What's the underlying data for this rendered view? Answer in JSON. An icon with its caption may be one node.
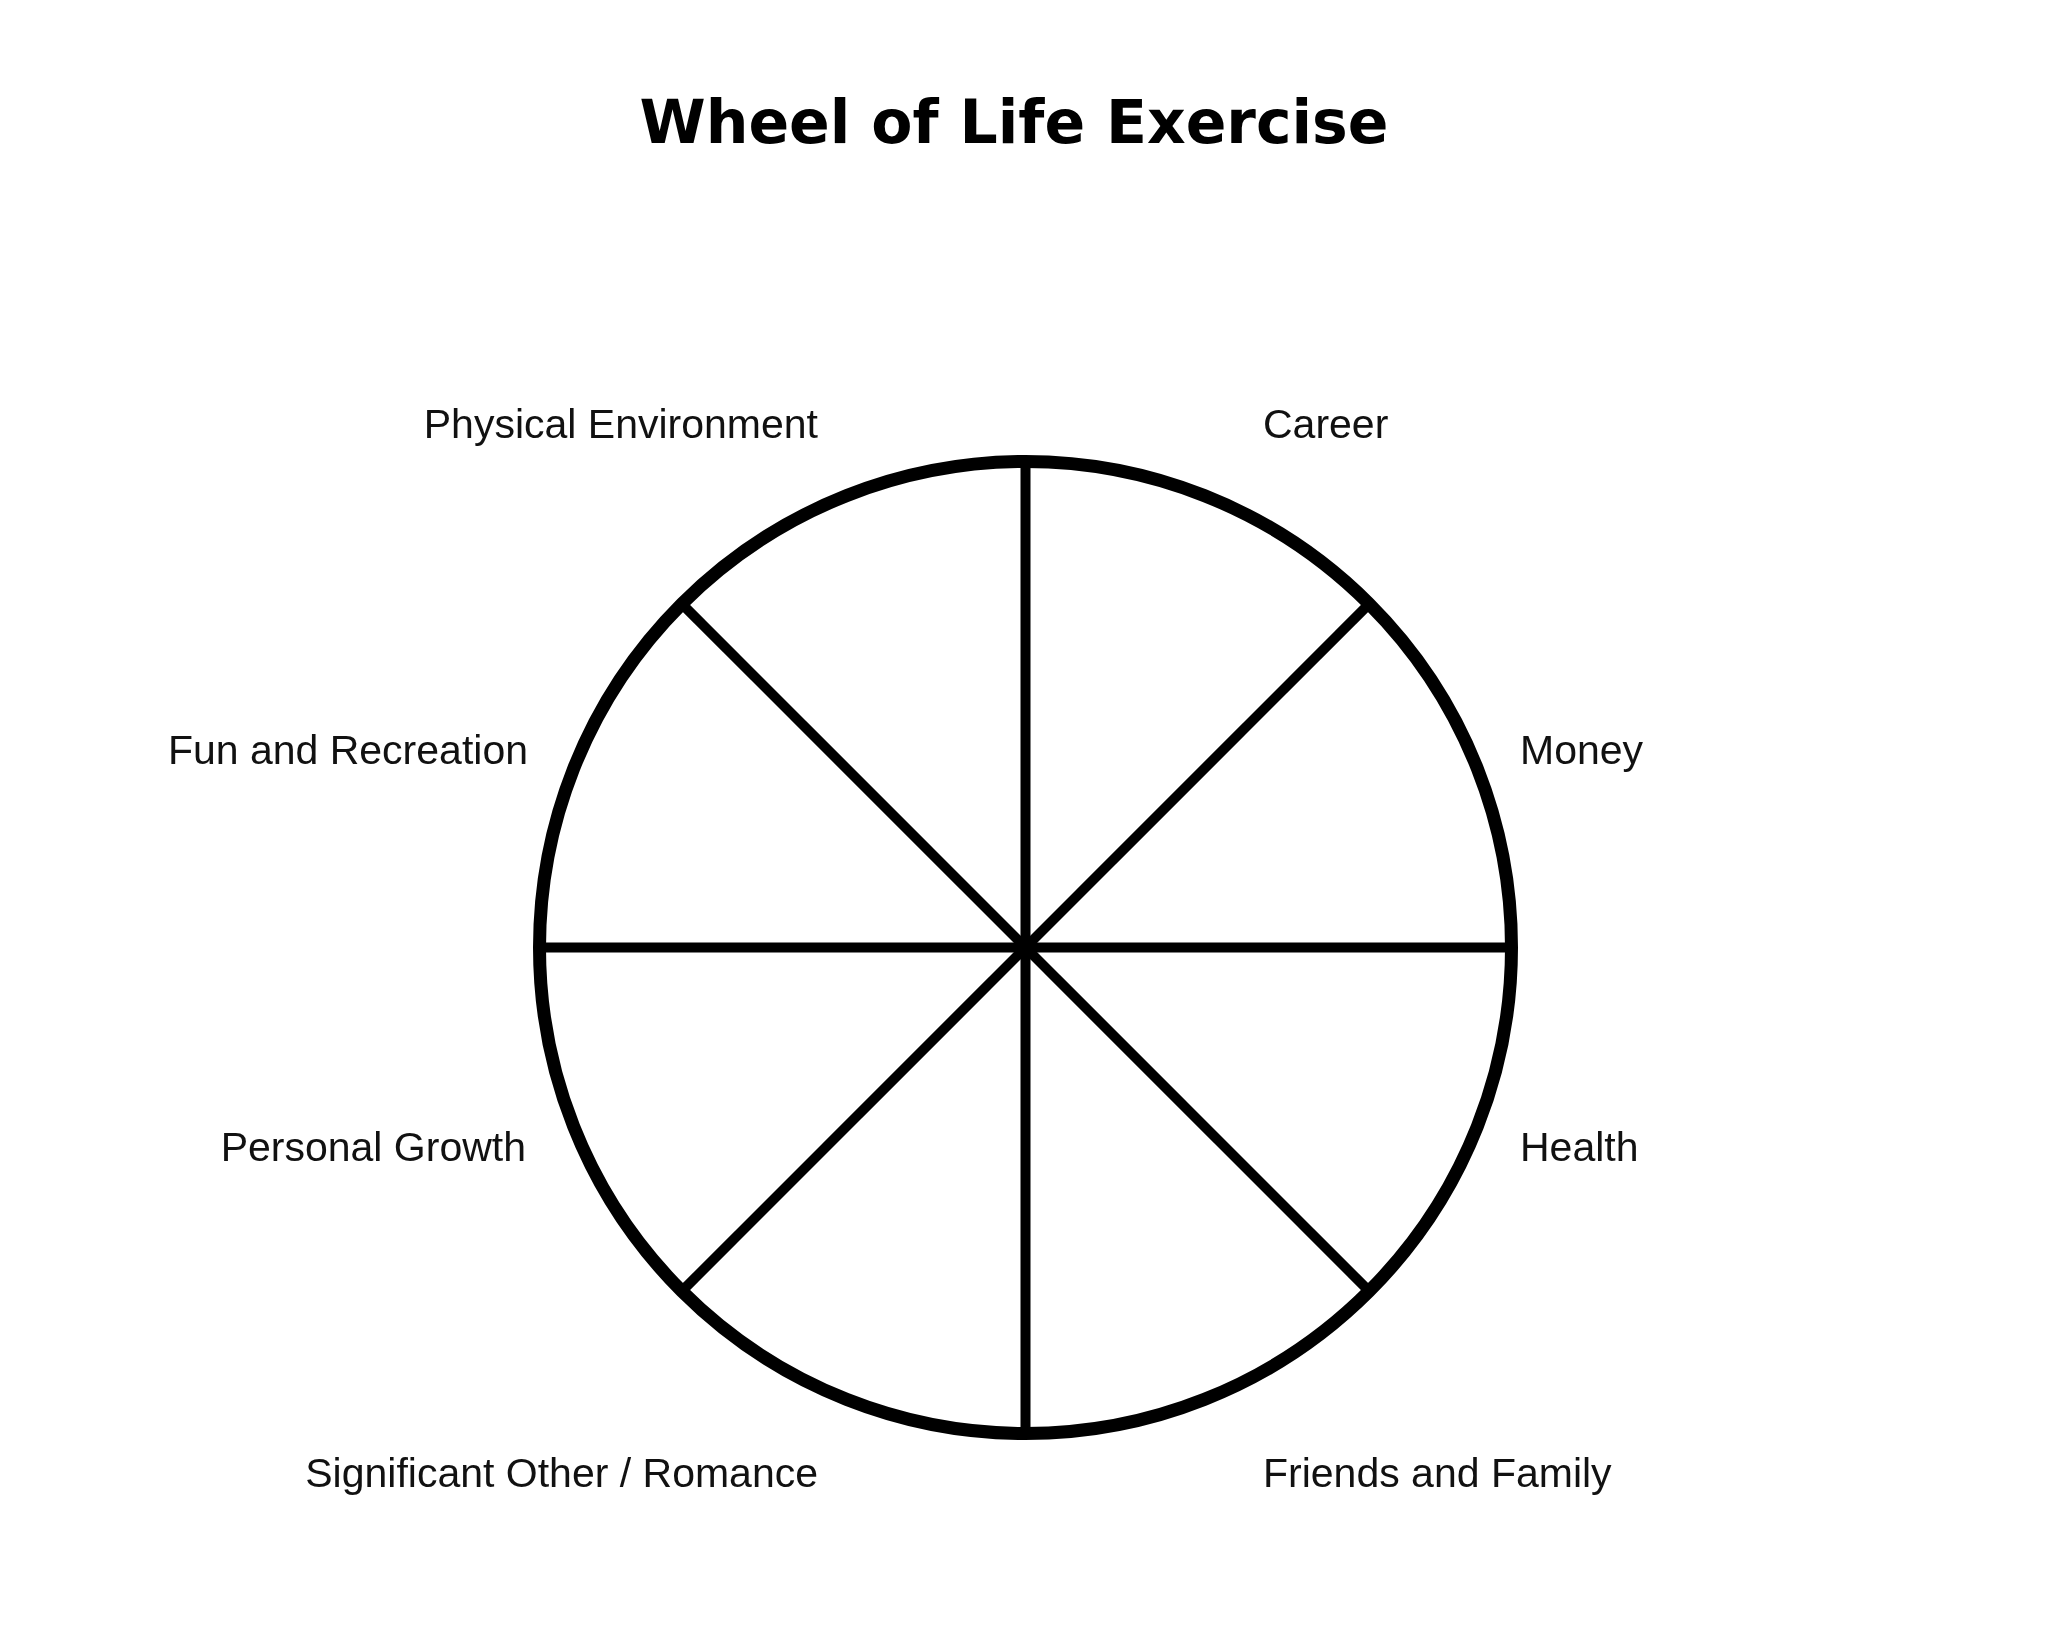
{
  "diagram": {
    "title": "Wheel of Life Exercise",
    "labels": [
      "Physical Environment",
      "Career",
      "Fun and Recreation",
      "Money",
      "Personal Growth",
      "Health",
      "Significant Other / Romance",
      "Friends and Family"
    ]
  }
}
